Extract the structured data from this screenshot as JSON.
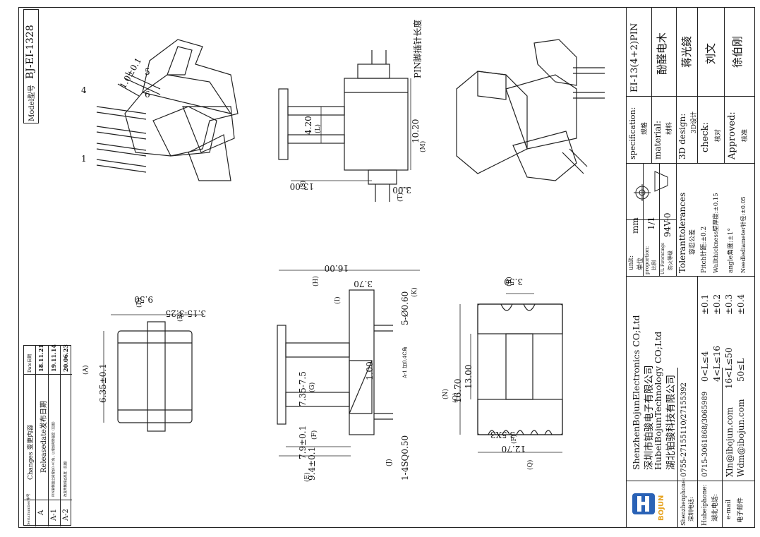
{
  "model": {
    "label": "Model型号",
    "value": "BJ-EI-1328"
  },
  "changes": {
    "header": {
      "serial": "Serialnumber序号",
      "content": "Changes 变更内容",
      "date": "Date日期"
    },
    "rows": [
      {
        "serial": "A",
        "content": "Releasedate发布日期",
        "date": "18.11.21"
      },
      {
        "serial": "A-1",
        "content": "PIN脚侧面之间增加0.4C角，以增加骨架强度（见图）",
        "date": "19.11.14"
      },
      {
        "serial": "A-2",
        "content": "改变两侧斜边高度（见图）",
        "date": "20.06.23"
      }
    ]
  },
  "title_block": {
    "specification": {
      "label": "specification:",
      "label_cn": "规格",
      "value": "EI-13(4+2)PIN"
    },
    "material": {
      "label": "material:",
      "label_cn": "材料",
      "value": "酚醛电木"
    },
    "design": {
      "label": "3D design:",
      "label_cn": "3D设计",
      "value": "蒋光錂"
    },
    "check": {
      "label": "check:",
      "label_cn": "核对",
      "value": "刘文"
    },
    "approved": {
      "label": "Approved:",
      "label_cn": "核准",
      "value": "徐伯刚"
    },
    "unit": {
      "label": "unit:",
      "label_cn": "单位",
      "value": "mm"
    },
    "proportion": {
      "label": "proportion:",
      "label_cn": "比例",
      "value": "1/1"
    },
    "fire": {
      "label": "UL Fireratings",
      "label_cn": "防火等级",
      "value": "94V-0"
    },
    "tolerances": {
      "title": "Toleranttolerances",
      "title_cn": "容忍公差",
      "rows": [
        {
          "range": "0<L≤4",
          "value": "±0.1"
        },
        {
          "range": "4<L≤16",
          "value": "±0.2"
        },
        {
          "range": "16<L≤50",
          "value": "±0.3"
        },
        {
          "range": "50≤L",
          "value": "±0.4"
        }
      ],
      "notes": [
        "Pitch针距:±0.2",
        "Wallthickness壁厚度:±0.15",
        "angle角度:±1°",
        "Needlediameter针径:±0.05"
      ]
    },
    "company": [
      "ShenzhenBojunElectronics CO;Ltd",
      "深圳市铂骏电子有限公司",
      "HubeiBojunTechnology CO;Ltd",
      "湖北铂骏科技有限公司"
    ],
    "logo_text": "BOJUN",
    "contacts": [
      {
        "label": "Shenzhenphone:",
        "label_cn": "深圳电话:",
        "value": "0755-27155110/27155392"
      },
      {
        "label": "Hubeiphone:",
        "label_cn": "湖北电话:",
        "value": "0715-3061868/3065989"
      },
      {
        "label": "e-mail",
        "label_cn": "电子邮件",
        "value": "Xln@ibojun.com",
        "value2": "Wdm@ibojun.com"
      }
    ]
  },
  "dims": {
    "pin_label": "PIN脚插针长度",
    "d420": "4.20",
    "L": "(L)",
    "d1020": "10.20",
    "M": "(M)",
    "d1300": "13.00",
    "S": "(S)",
    "d300": "3.00",
    "T": "(T)",
    "d16": "16.00",
    "H": "(H)",
    "d370": "3.70",
    "I": "(I)",
    "d560": "5-Ø0.60",
    "K": "(K)",
    "d735": "7.35-7.5",
    "G": "(G)",
    "d100": "1.00",
    "chamfer": "A-1 加0.4C角",
    "d79": "7.9±0.1",
    "F": "(F)",
    "d94": "9.4±0.1",
    "E": "(E)",
    "d450": "1-4SQ0.50",
    "J": "(J)",
    "d950": "9.50",
    "D": "(D)",
    "d315": "3.15-3.25",
    "B": "(B)",
    "d635": "6.35±0.1",
    "A": "(A)",
    "d350": "3.50",
    "R": "(R)",
    "d1670": "16.70",
    "N": "(N)",
    "d1300b": "13.00",
    "O": "(O)",
    "d35x3": "3.5X3",
    "P": "(P)",
    "d1270": "12.70",
    "Q": "(Q)",
    "d10": "1.0±0.1",
    "pin1": "1",
    "pin4": "4",
    "pin5": "5",
    "pin6": "6"
  }
}
